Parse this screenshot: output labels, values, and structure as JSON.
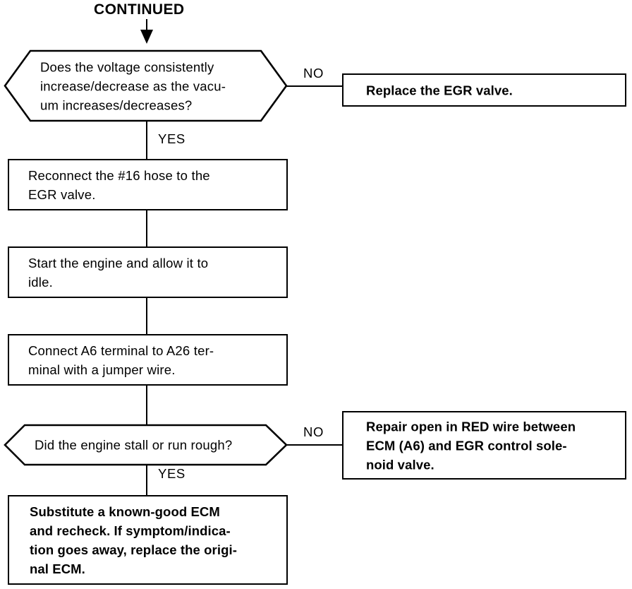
{
  "page": {
    "title": "CONTINUED"
  },
  "nodes": {
    "decision_1": {
      "type": "decision",
      "text_lines": [
        "Does the voltage consistently",
        "increase/decrease as the vacu-",
        "um increases/decreases?"
      ]
    },
    "result_1": {
      "type": "terminator",
      "text_lines": [
        "Replace the EGR valve."
      ]
    },
    "step_1": {
      "type": "process",
      "text_lines": [
        "Reconnect the  #16 hose to the",
        "EGR valve."
      ]
    },
    "step_2": {
      "type": "process",
      "text_lines": [
        "Start the engine and allow it to",
        "idle."
      ]
    },
    "step_3": {
      "type": "process",
      "text_lines": [
        "Connect A6 terminal to A26 ter-",
        "minal with a jumper wire."
      ]
    },
    "decision_2": {
      "type": "decision",
      "text_lines": [
        "Did the engine stall or run rough?"
      ]
    },
    "result_2": {
      "type": "terminator",
      "text_lines": [
        "Repair open in RED wire between",
        "ECM (A6) and EGR control sole-",
        "noid valve."
      ]
    },
    "result_3": {
      "type": "terminator",
      "text_lines": [
        "Substitute a known-good ECM",
        "and recheck. If symptom/indica-",
        "tion goes away, replace the origi-",
        "nal ECM."
      ]
    }
  },
  "branches": {
    "d1_no": "NO",
    "d1_yes": "YES",
    "d2_no": "NO",
    "d2_yes": "YES"
  },
  "colors": {
    "ink": "#000000",
    "paper": "#ffffff"
  }
}
